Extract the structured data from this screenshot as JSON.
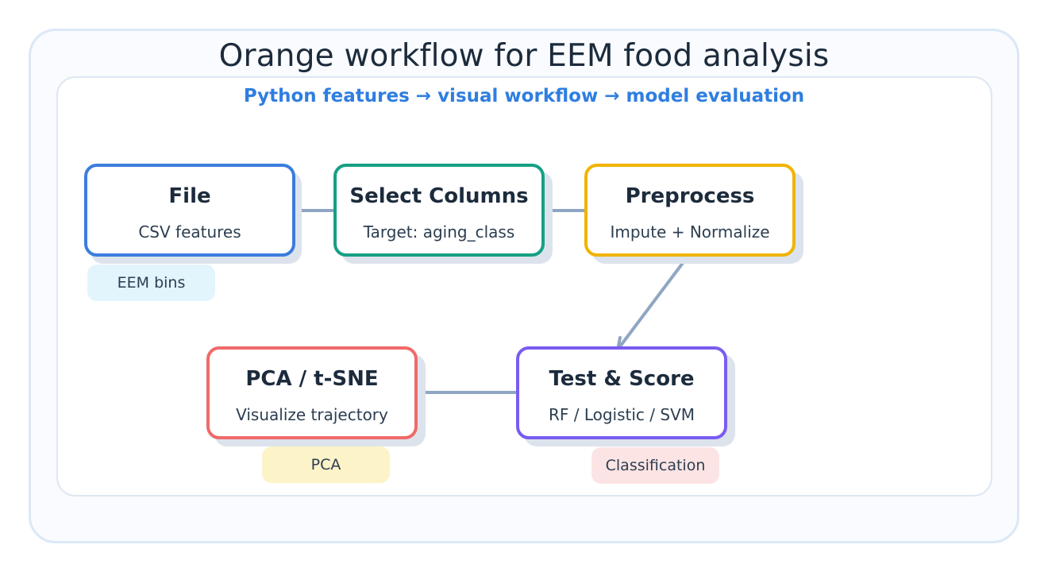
{
  "header": {
    "title": "Orange workflow for EEM food analysis",
    "subtitle": "Python features → visual workflow → model evaluation"
  },
  "nodes": [
    {
      "id": "file",
      "title": "File",
      "subtitle": "CSV features",
      "color": "#3b7ddd"
    },
    {
      "id": "select",
      "title": "Select Columns",
      "subtitle": "Target: aging_class",
      "color": "#16a085"
    },
    {
      "id": "preprocess",
      "title": "Preprocess",
      "subtitle": "Impute + Normalize",
      "color": "#f0b400"
    },
    {
      "id": "test",
      "title": "Test & Score",
      "subtitle": "RF / Logistic / SVM",
      "color": "#7a5cf0"
    },
    {
      "id": "pca",
      "title": "PCA / t-SNE",
      "subtitle": "Visualize trajectory",
      "color": "#f06a6a"
    }
  ],
  "tags": [
    {
      "for": "file",
      "label": "EEM bins",
      "bg": "#e2f4fc"
    },
    {
      "for": "pca",
      "label": "PCA",
      "bg": "#fdf3c8"
    },
    {
      "for": "test",
      "label": "Classification",
      "bg": "#fce4e4"
    }
  ],
  "edges": [
    {
      "from": "select",
      "to": "file"
    },
    {
      "from": "preprocess",
      "to": "select"
    },
    {
      "from": "preprocess",
      "to": "test"
    },
    {
      "from": "test",
      "to": "pca"
    }
  ],
  "colors": {
    "edge": "#8fa6c2",
    "title": "#1c2b3c",
    "subtitle": "#2f7ee0"
  }
}
